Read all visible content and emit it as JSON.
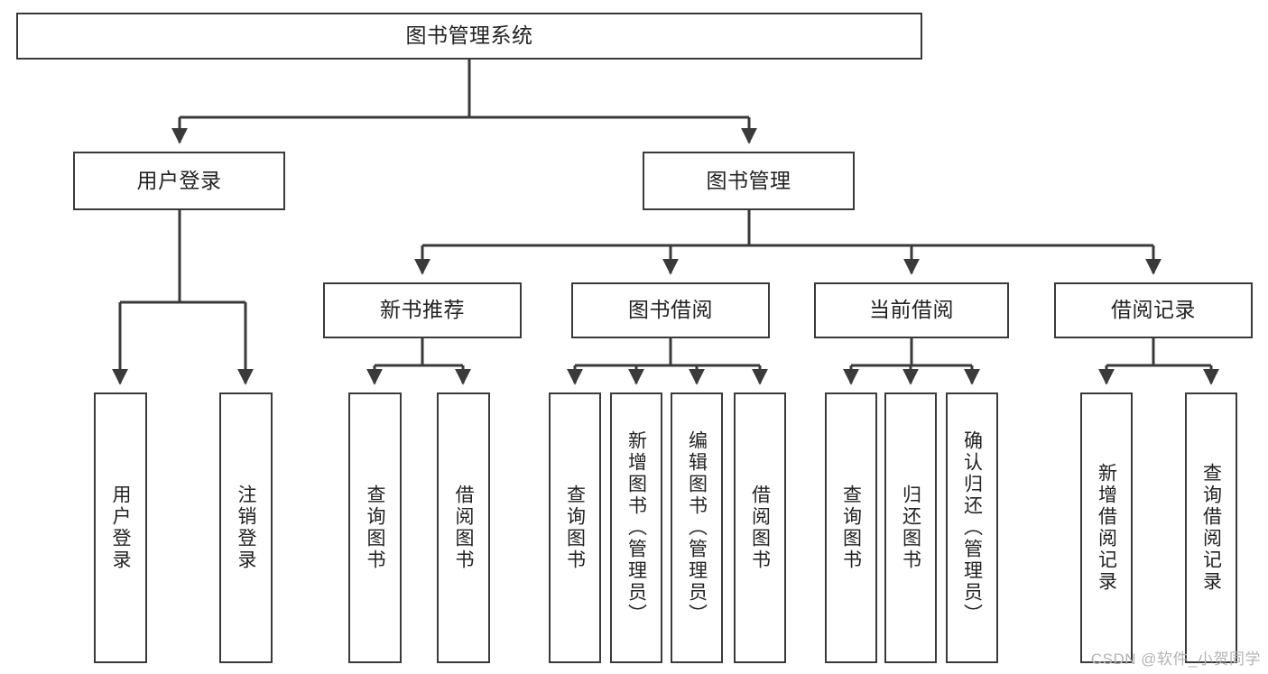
{
  "diagram": {
    "type": "tree",
    "title": "图书管理系统",
    "root": {
      "label": "图书管理系统"
    },
    "level2": [
      {
        "label": "用户登录"
      },
      {
        "label": "图书管理"
      }
    ],
    "level3": [
      {
        "label": "新书推荐"
      },
      {
        "label": "图书借阅"
      },
      {
        "label": "当前借阅"
      },
      {
        "label": "借阅记录"
      }
    ],
    "leaves": {
      "user_login": [
        {
          "label": "用户登录"
        },
        {
          "label": "注销登录"
        }
      ],
      "new_book_recommend": [
        {
          "label": "查询图书"
        },
        {
          "label": "借阅图书"
        }
      ],
      "book_borrow": [
        {
          "label": "查询图书"
        },
        {
          "label": "新增图书（管理员）"
        },
        {
          "label": "编辑图书（管理员）"
        },
        {
          "label": "借阅图书"
        }
      ],
      "current_borrow": [
        {
          "label": "查询图书"
        },
        {
          "label": "归还图书"
        },
        {
          "label": "确认归还（管理员）"
        }
      ],
      "borrow_record": [
        {
          "label": "新增借阅记录"
        },
        {
          "label": "查询借阅记录"
        }
      ]
    }
  },
  "watermark": {
    "text": "CSDN @软件_小贺同学"
  },
  "colors": {
    "stroke": "#3a3a3a",
    "text": "#222222",
    "background": "#ffffff",
    "watermark": "#b4b4b4"
  }
}
